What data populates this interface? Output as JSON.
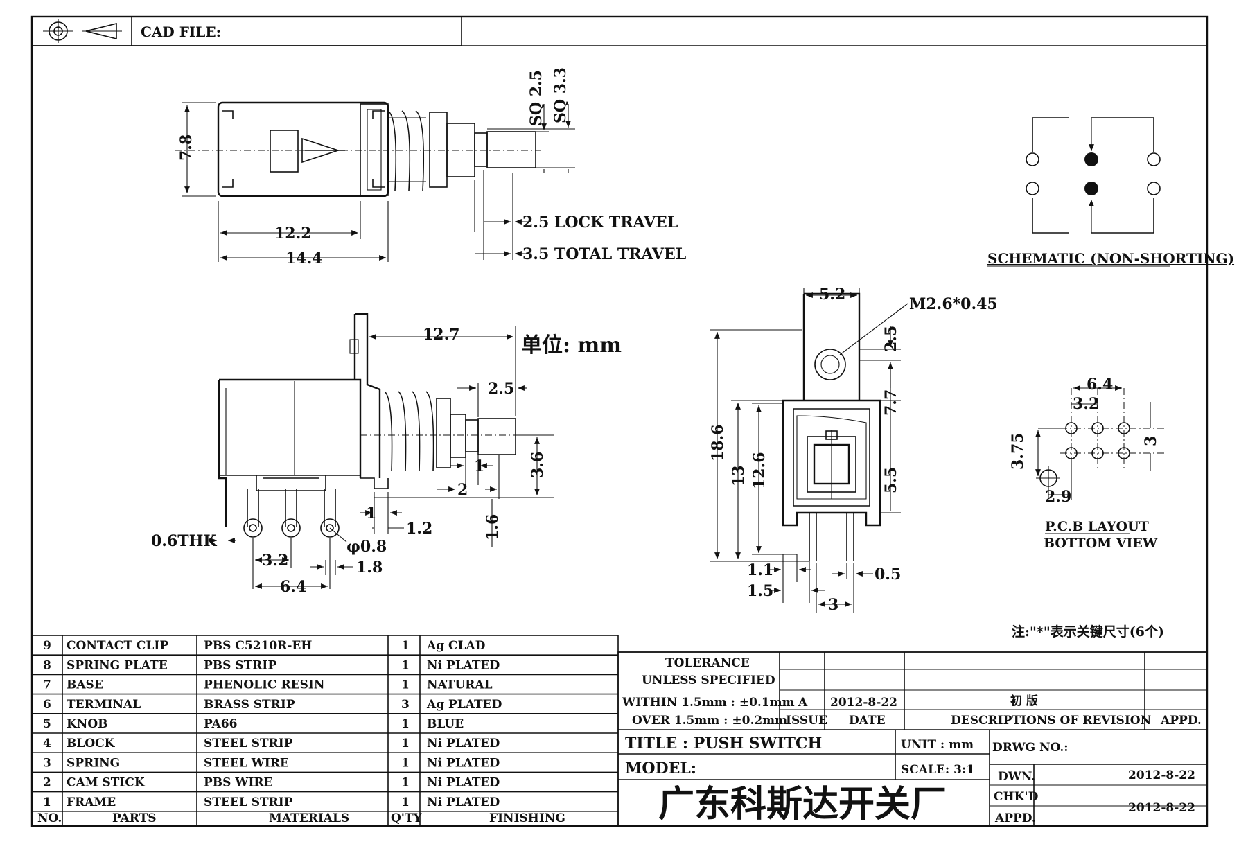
{
  "title_block": {
    "cad_file_label": "CAD FILE:",
    "unit_note": "单位: mm",
    "key_note": "注:\"*\"表示关键尺寸(6个)",
    "tolerance_title": "TOLERANCE",
    "tolerance_sub": "UNLESS  SPECIFIED",
    "tolerance_within": "WITHIN 1.5mm : ±0.1mm",
    "tolerance_over": "OVER 1.5mm : ±0.2mm",
    "rev_issue_value": "A",
    "rev_date_value": "2012-8-22",
    "rev_desc_value": "初 版",
    "issue_label": "ISSUE",
    "date_label": "DATE",
    "desc_label": "DESCRIPTIONS OF REVISION",
    "appd_label": "APPD.",
    "title_text": "TITLE : PUSH  SWITCH",
    "model_label": "MODEL:",
    "unit_text": "UNIT :   mm",
    "scale_text": "SCALE:  3:1",
    "drwg_no_label": "DRWG NO.:",
    "dwn_label": "DWN.",
    "dwn_date": "2012-8-22",
    "chkd_label": "CHK'D",
    "appd2_label": "APPD.",
    "chk_date": "2012-8-22",
    "company": "广东科斯达开关厂"
  },
  "bom": {
    "headers": [
      "NO.",
      "PARTS",
      "MATERIALS",
      "Q'TY",
      "FINISHING"
    ],
    "rows": [
      {
        "no": "9",
        "part": "CONTACT CLIP",
        "material": "PBS C5210R-EH",
        "qty": "1",
        "finish": "Ag CLAD"
      },
      {
        "no": "8",
        "part": "SPRING PLATE",
        "material": "PBS STRIP",
        "qty": "1",
        "finish": "Ni PLATED"
      },
      {
        "no": "7",
        "part": "BASE",
        "material": "PHENOLIC RESIN",
        "qty": "1",
        "finish": "NATURAL"
      },
      {
        "no": "6",
        "part": "TERMINAL",
        "material": "BRASS STRIP",
        "qty": "3",
        "finish": "Ag PLATED"
      },
      {
        "no": "5",
        "part": "KNOB",
        "material": "PA66",
        "qty": "1",
        "finish": "BLUE"
      },
      {
        "no": "4",
        "part": "BLOCK",
        "material": "STEEL STRIP",
        "qty": "1",
        "finish": "Ni PLATED"
      },
      {
        "no": "3",
        "part": "SPRING",
        "material": "STEEL WIRE",
        "qty": "1",
        "finish": "Ni PLATED"
      },
      {
        "no": "2",
        "part": "CAM STICK",
        "material": "PBS WIRE",
        "qty": "1",
        "finish": "Ni PLATED"
      },
      {
        "no": "1",
        "part": "FRAME",
        "material": "STEEL STRIP",
        "qty": "1",
        "finish": "Ni PLATED"
      }
    ]
  },
  "dims": {
    "top_height": "7.8",
    "top_inner": "12.2",
    "top_outer": "14.4",
    "sq1": "SQ 2.5",
    "sq2": "SQ 3.3",
    "lock": "2.5 LOCK TRAVEL",
    "total": "3.5 TOTAL TRAVEL",
    "side_127": "12.7",
    "side_25": "2.5",
    "side_36": "3.6",
    "side_1": "1",
    "side_2": "2",
    "side_1b": "1",
    "side_12": "1.2",
    "side_16": "1.6",
    "thk": "0.6THK",
    "side_32": "3.2",
    "side_64": "6.4",
    "side_phi": "φ0.8",
    "side_18": "1.8",
    "front_52": "5.2",
    "front_m": "M2.6*0.45",
    "front_25": "2.5",
    "front_77": "7.7",
    "front_55": "5.5",
    "front_186": "18.6",
    "front_13": "13",
    "front_126": "12.6",
    "front_11": "1.1",
    "front_15": "1.5",
    "front_05": "0.5",
    "front_3": "3",
    "pcb_64": "6.4",
    "pcb_32": "3.2",
    "pcb_375": "3.75",
    "pcb_3": "3",
    "pcb_29": "2.9"
  },
  "labels": {
    "schematic": "SCHEMATIC (NON-SHORTING)",
    "pcb1": "P.C.B LAYOUT",
    "pcb2": "BOTTOM VIEW"
  }
}
